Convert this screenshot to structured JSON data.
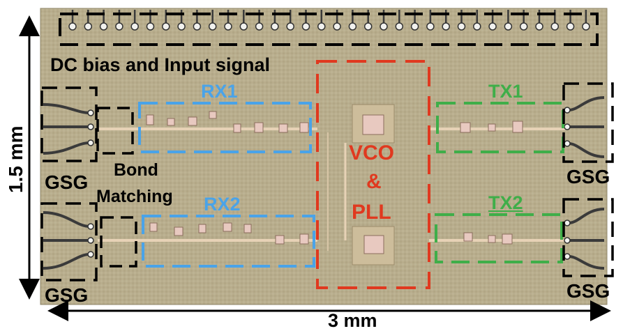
{
  "labels": {
    "dc_bias": "DC bias and Input signal",
    "rx1": "RX1",
    "rx2": "RX2",
    "tx1": "TX1",
    "tx2": "TX2",
    "vco_line1": "VCO",
    "vco_line2": "&",
    "vco_line3": "PLL",
    "bond": "Bond",
    "matching": "Matching",
    "gsg_left_top": "GSG",
    "gsg_left_bottom": "GSG",
    "gsg_right_top": "GSG",
    "gsg_right_bottom": "GSG",
    "height_dim": "1.5 mm",
    "width_dim": "3 mm"
  },
  "colors": {
    "rx_box": "#4aa3e8",
    "tx_box": "#3fae49",
    "vco_box": "#e0391f",
    "pad_box": "#000000",
    "chip_bg": "#b9ae8e"
  }
}
